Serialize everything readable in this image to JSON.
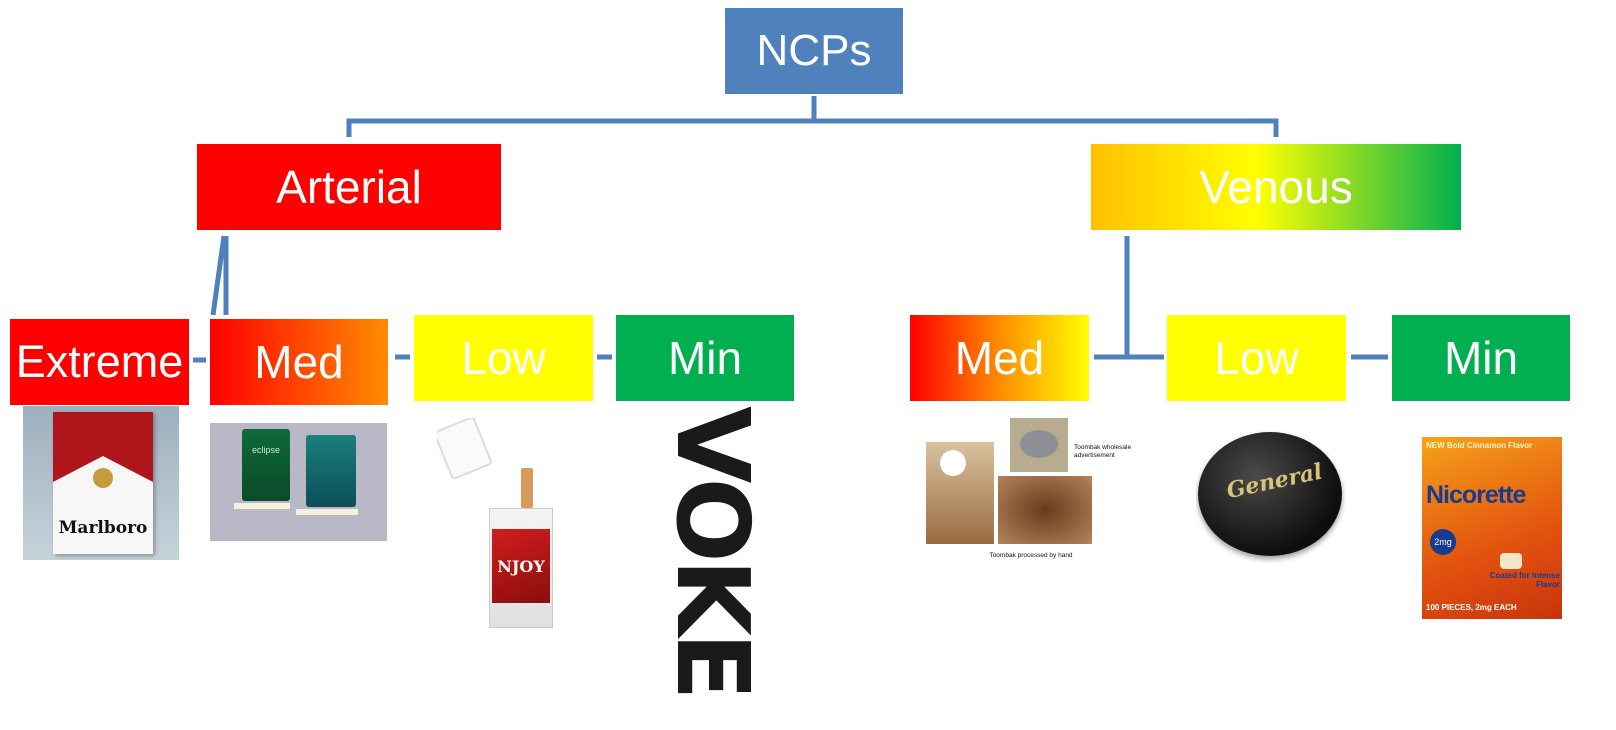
{
  "root": {
    "label": "NCPs",
    "color": "#4F81BD"
  },
  "branches": {
    "arterial": {
      "label": "Arterial",
      "color": "#FF0000"
    },
    "venous": {
      "label": "Venous",
      "colors": [
        "#FFC000",
        "#FFFF00",
        "#00B050"
      ]
    }
  },
  "arterial_children": [
    {
      "label": "Extreme",
      "product": "Marlboro",
      "brand_text": "Marlboro"
    },
    {
      "label": "Med",
      "product": "Eclipse",
      "brand_text": "eclipse"
    },
    {
      "label": "Low",
      "product": "NJOY",
      "brand_text": "NJOY"
    },
    {
      "label": "Min",
      "product": "Voke",
      "brand_text": "VOKE"
    }
  ],
  "venous_children": [
    {
      "label": "Med",
      "product": "Toombak",
      "captions": [
        "Toombak wholesale advertisement",
        "Toombak processed by hand"
      ]
    },
    {
      "label": "Low",
      "product": "General snus",
      "brand_text": "General"
    },
    {
      "label": "Min",
      "product": "Nicorette gum",
      "brand_text": "Nicorette",
      "pack_top": "NEW Bold Cinnamon Flavor",
      "pack_dose": "2mg",
      "pack_flavor": "Coated for Intense Flavor",
      "pack_bottom": "100 PIECES, 2mg EACH"
    }
  ],
  "colors": {
    "connector": "#4F81BD",
    "red": "#FF0000",
    "orange": "#FF8C00",
    "yellow": "#FFFF00",
    "green": "#00B050"
  }
}
